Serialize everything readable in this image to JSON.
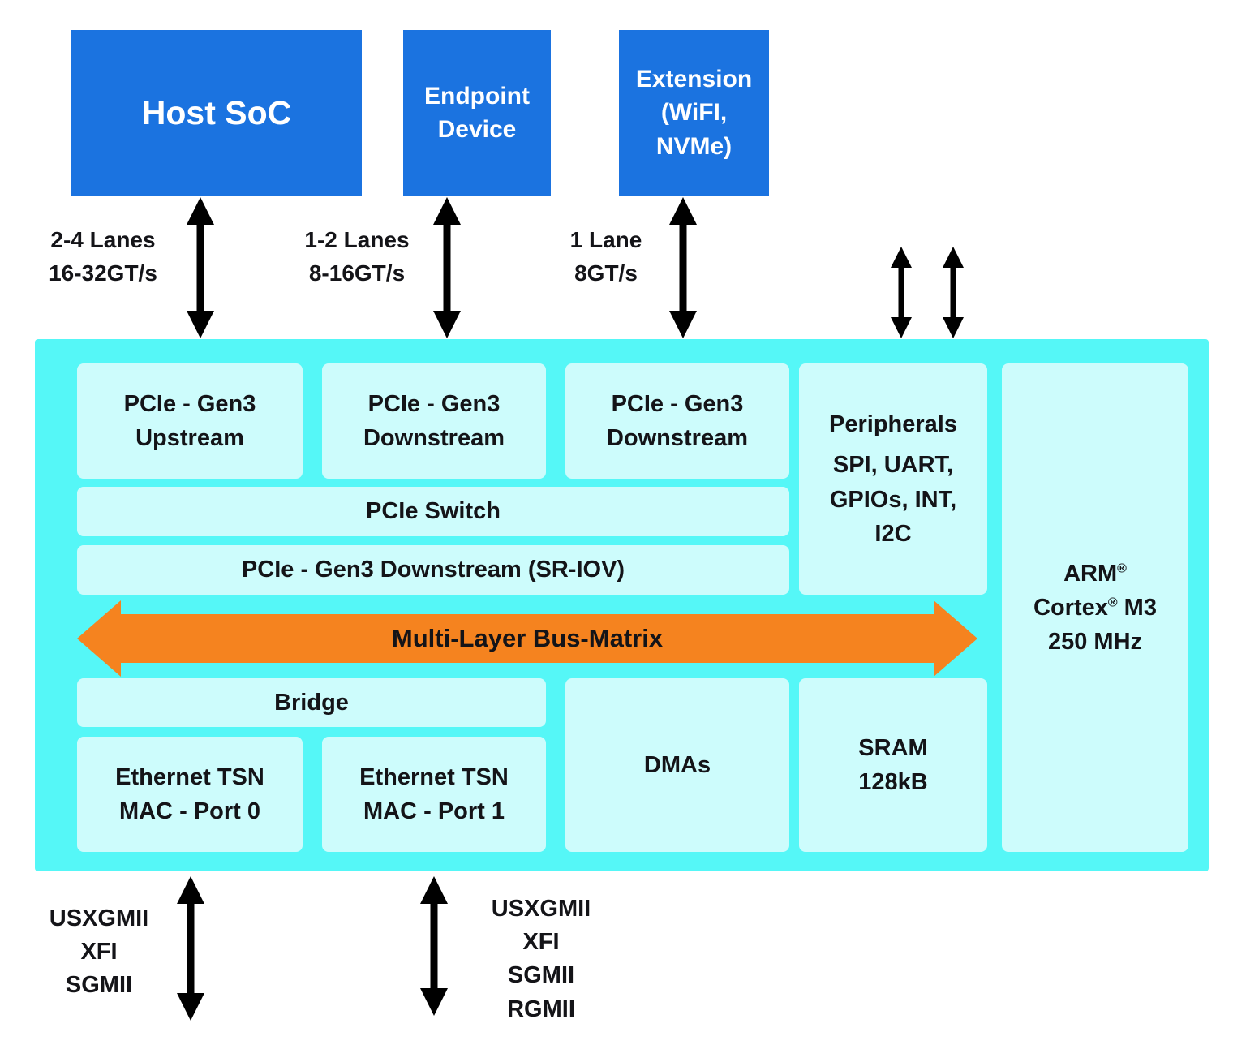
{
  "colors": {
    "blue": "#1b73e0",
    "cyan": "#55f7f7",
    "pale": "#cdfcfc",
    "orange": "#f5831f",
    "ink": "#141418",
    "arrow": "#000000"
  },
  "external_blocks": [
    {
      "label": "Host SoC"
    },
    {
      "label": "Endpoint\nDevice"
    },
    {
      "label": "Extension\n(WiFI,\nNVMe)"
    }
  ],
  "pcie_links": [
    {
      "label": "2-4 Lanes\n16-32GT/s"
    },
    {
      "label": "1-2 Lanes\n8-16GT/s"
    },
    {
      "label": "1 Lane\n8GT/s"
    }
  ],
  "soc_blocks": {
    "pcie_upstream": "PCIe - Gen3\nUpstream",
    "pcie_downstream_1": "PCIe - Gen3\nDownstream",
    "pcie_downstream_2": "PCIe - Gen3\nDownstream",
    "peripherals_title": "Peripherals",
    "peripherals_list": "SPI, UART,\nGPIOs, INT,\nI2C",
    "pcie_switch": "PCIe Switch",
    "pcie_downstream_sriov": "PCIe - Gen3 Downstream (SR-IOV)",
    "bus_matrix": "Multi-Layer Bus-Matrix",
    "bridge": "Bridge",
    "ethernet_port0": "Ethernet TSN\nMAC - Port 0",
    "ethernet_port1": "Ethernet TSN\nMAC - Port 1",
    "dmas": "DMAs",
    "sram": "SRAM\n128kB",
    "arm_core": "ARM®\nCortex® M3\n250 MHz"
  },
  "ethernet_interfaces": [
    {
      "label": "USXGMII\nXFI\nSGMII"
    },
    {
      "label": "USXGMII\nXFI\nSGMII\nRGMII"
    }
  ]
}
